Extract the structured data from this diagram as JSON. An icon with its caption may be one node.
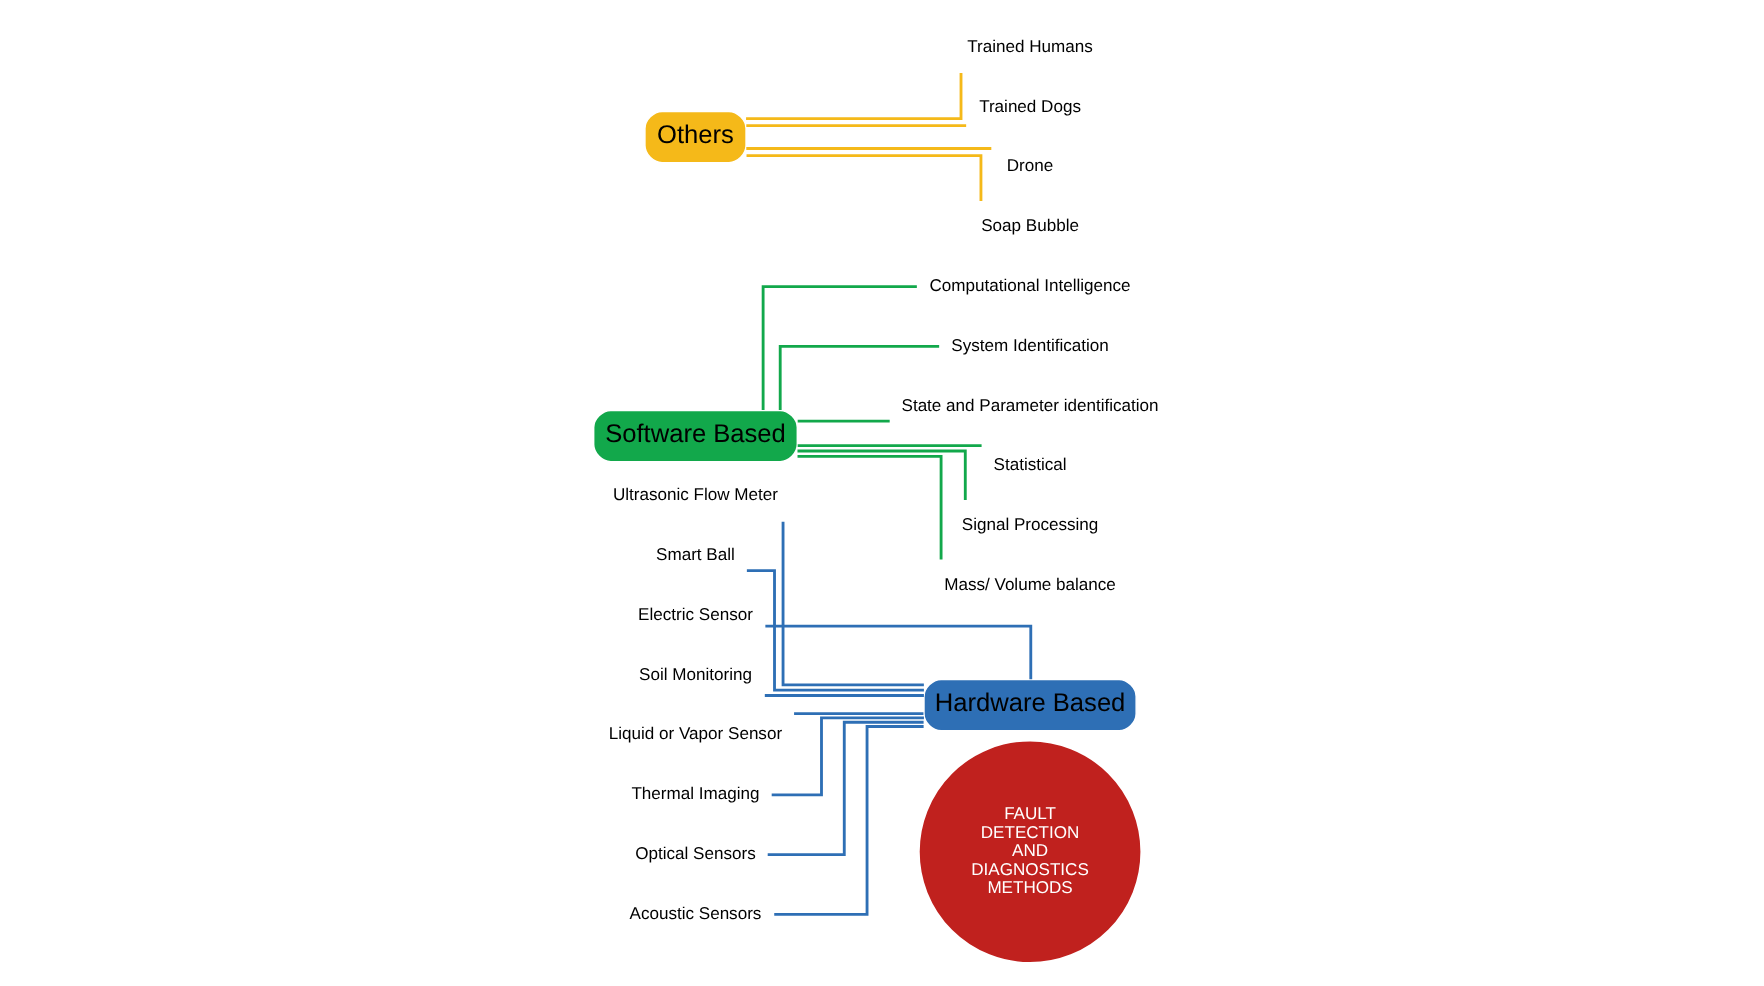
{
  "diagram": {
    "nodes": [
      {
        "text": [
          "FAULT DETECTION AND DIAGNOSTICS METHODS"
        ]
      },
      {
        "text": [
          "Hardware Based"
        ]
      },
      {
        "text": [
          "Software Based"
        ]
      },
      {
        "text": [
          "Others"
        ]
      },
      {
        "text": [
          "Ultrasonic Flow Meter"
        ]
      },
      {
        "text": [
          "Smart Ball"
        ]
      },
      {
        "text": [
          "Electric Sensor"
        ]
      },
      {
        "text": [
          "Soil Monitoring"
        ]
      },
      {
        "text": [
          "Liquid or Vapor Sensor"
        ]
      },
      {
        "text": [
          "Thermal Imaging"
        ]
      },
      {
        "text": [
          "Optical Sensors"
        ]
      },
      {
        "text": [
          "Acoustic Sensors"
        ]
      },
      {
        "text": [
          "Computational Intelligence"
        ]
      },
      {
        "text": [
          "System Identification"
        ]
      },
      {
        "text": [
          "State and Parameter identification"
        ]
      },
      {
        "text": [
          "Statistical"
        ]
      },
      {
        "text": [
          "Signal Processing"
        ]
      },
      {
        "text": [
          "Mass/ Volume balance"
        ]
      },
      {
        "text": [
          "Trained Humans"
        ]
      },
      {
        "text": [
          "Trained Dogs"
        ]
      },
      {
        "text": [
          "Drone"
        ]
      },
      {
        "text": [
          "Soap Bubble"
        ]
      }
    ],
    "edges": [
      {
        "from": 4,
        "to": 1,
        "arrow": "none"
      },
      {
        "from": 5,
        "to": 1,
        "arrow": "none"
      },
      {
        "from": 6,
        "to": 1,
        "arrow": "none"
      },
      {
        "from": 7,
        "to": 1,
        "arrow": "none"
      },
      {
        "from": 8,
        "to": 1,
        "arrow": "none"
      },
      {
        "from": 9,
        "to": 1,
        "arrow": "none"
      },
      {
        "from": 10,
        "to": 1,
        "arrow": "none"
      },
      {
        "from": 11,
        "to": 1,
        "arrow": "none"
      },
      {
        "from": 2,
        "to": 12,
        "arrow": "none",
        "color": "#12a84b"
      },
      {
        "from": 2,
        "to": 13,
        "arrow": "none",
        "color": "#12a84b"
      },
      {
        "from": 2,
        "to": 14,
        "arrow": "none",
        "color": "#12a84b"
      },
      {
        "from": 2,
        "to": 15,
        "arrow": "none",
        "color": "#12a84b"
      },
      {
        "from": 2,
        "to": 16,
        "arrow": "none",
        "color": "#12a84b"
      },
      {
        "from": 2,
        "to": 17,
        "arrow": "none",
        "color": "#12a84b"
      },
      {
        "from": 3,
        "to": 18,
        "arrow": "none",
        "color": "#f5b919"
      },
      {
        "from": 3,
        "to": 19,
        "arrow": "none",
        "color": "#f5b919"
      },
      {
        "from": 3,
        "to": 20,
        "arrow": "none",
        "color": "#f5b919"
      },
      {
        "from": 3,
        "to": 21,
        "arrow": "none",
        "color": "#f5b919"
      }
    ]
  }
}
